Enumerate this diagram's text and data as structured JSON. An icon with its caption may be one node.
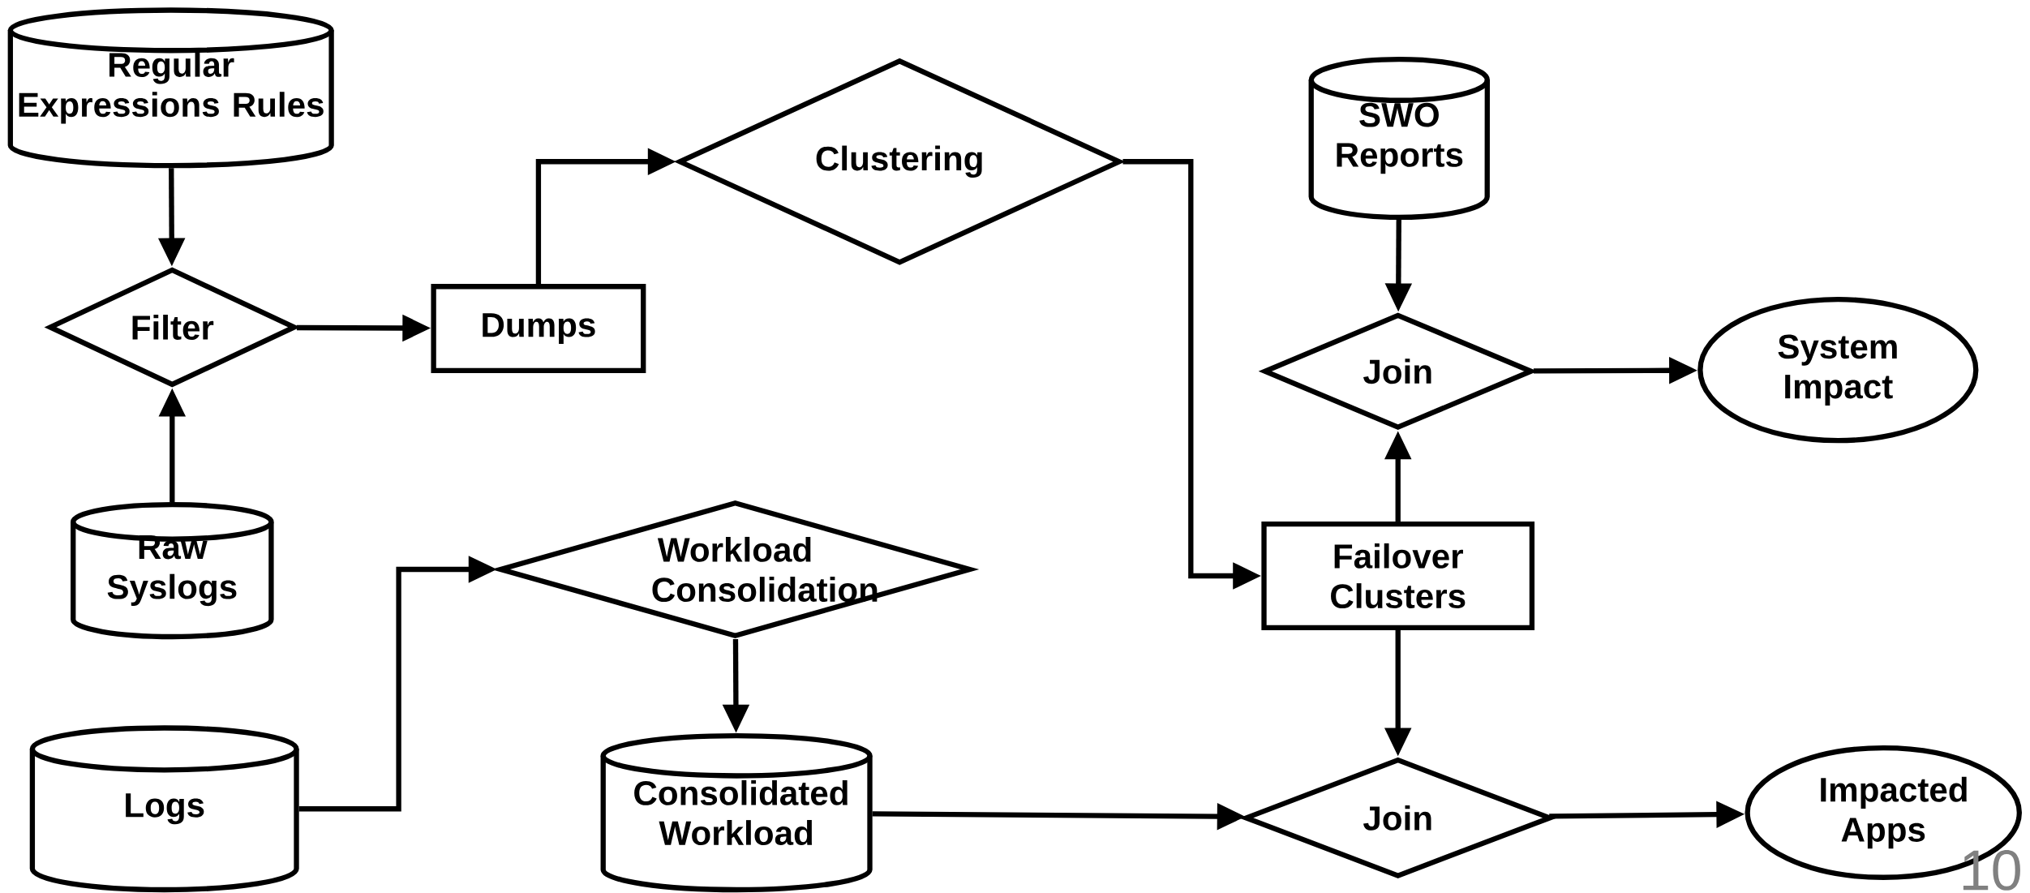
{
  "diagram": {
    "nodes": [
      {
        "text": [
          "Regular Expressions Rules"
        ]
      },
      {
        "text": [
          "Filter"
        ]
      },
      {
        "text": [
          "Raw Syslogs"
        ]
      },
      {
        "text": [
          "Dumps"
        ]
      },
      {
        "text": [
          "Clustering"
        ]
      },
      {
        "text": [
          "Logs"
        ]
      },
      {
        "text": [
          "Workload Consolidation"
        ]
      },
      {
        "text": [
          "Consolidated Workload"
        ]
      },
      {
        "text": [
          "SWO Reports"
        ]
      },
      {
        "text": [
          "Join"
        ]
      },
      {
        "text": [
          "System Impact"
        ]
      },
      {
        "text": [
          "Failover Clusters"
        ]
      },
      {
        "text": [
          "Join"
        ]
      },
      {
        "text": [
          "Impacted Apps"
        ]
      }
    ],
    "edges": [
      {
        "from": 0,
        "to": 1,
        "arrow": "to"
      },
      {
        "from": 2,
        "to": 1,
        "arrow": "to"
      },
      {
        "from": 1,
        "to": 3,
        "arrow": "to"
      },
      {
        "from": 3,
        "to": 4,
        "arrow": "to"
      },
      {
        "from": 4,
        "to": 11,
        "arrow": "to"
      },
      {
        "from": 5,
        "to": 6,
        "arrow": "to"
      },
      {
        "from": 6,
        "to": 7,
        "arrow": "to"
      },
      {
        "from": 8,
        "to": 9,
        "arrow": "to"
      },
      {
        "from": 11,
        "to": 9,
        "arrow": "to"
      },
      {
        "from": 9,
        "to": 10,
        "arrow": "to"
      },
      {
        "from": 11,
        "to": 12,
        "arrow": "to"
      },
      {
        "from": 7,
        "to": 12,
        "arrow": "to"
      },
      {
        "from": 12,
        "to": 13,
        "arrow": "to"
      }
    ],
    "labels": [
      "10"
    ]
  }
}
